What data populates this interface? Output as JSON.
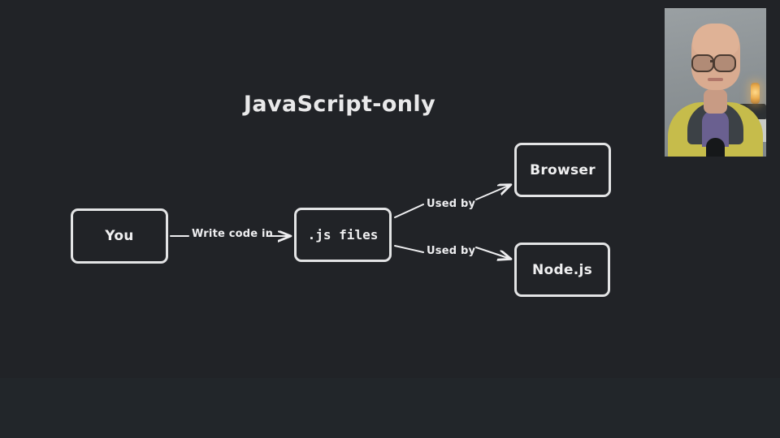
{
  "slide": {
    "title": "JavaScript-only",
    "background_color": "#212327",
    "accent_color": "#e3e4e5"
  },
  "diagram": {
    "nodes": [
      {
        "id": "you",
        "label": "You",
        "font": "rounded"
      },
      {
        "id": "jsfiles",
        "label": ".js files",
        "font": "mono"
      },
      {
        "id": "browser",
        "label": "Browser",
        "font": "rounded"
      },
      {
        "id": "node",
        "label": "Node.js",
        "font": "rounded"
      }
    ],
    "edges": [
      {
        "from": "you",
        "to": "jsfiles",
        "label": "Write code in"
      },
      {
        "from": "jsfiles",
        "to": "browser",
        "label": "Used by"
      },
      {
        "from": "jsfiles",
        "to": "node",
        "label": "Used by"
      }
    ]
  },
  "webcam": {
    "label": "presenter-webcam-overlay",
    "position": "top-right"
  }
}
